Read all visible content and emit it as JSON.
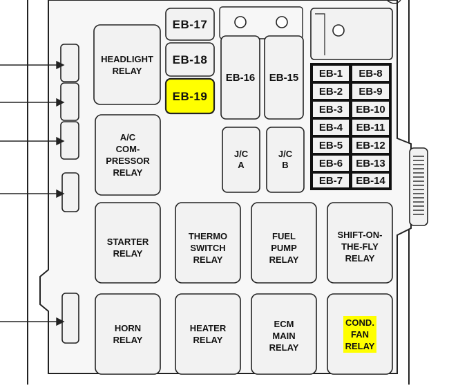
{
  "highlight_color": "#ffff00",
  "fuses": {
    "eb17": "EB-17",
    "eb18": "EB-18",
    "eb19": "EB-19",
    "eb16": "EB-16",
    "eb15": "EB-15",
    "eb1": "EB-1",
    "eb2": "EB-2",
    "eb3": "EB-3",
    "eb4": "EB-4",
    "eb5": "EB-5",
    "eb6": "EB-6",
    "eb7": "EB-7",
    "eb8": "EB-8",
    "eb9": "EB-9",
    "eb10": "EB-10",
    "eb11": "EB-11",
    "eb12": "EB-12",
    "eb13": "EB-13",
    "eb14": "EB-14"
  },
  "junctions": {
    "jca": "J/C\nA",
    "jcb": "J/C\nB"
  },
  "relays": {
    "headlight": "HEADLIGHT\nRELAY",
    "ac_compressor": "A/C\nCOM-\nPRESSOR\nRELAY",
    "starter": "STARTER\nRELAY",
    "thermo_switch": "THERMO\nSWITCH\nRELAY",
    "fuel_pump": "FUEL\nPUMP\nRELAY",
    "shift_on_the_fly": "SHIFT-ON-\nTHE-FLY\nRELAY",
    "horn": "HORN\nRELAY",
    "heater": "HEATER\nRELAY",
    "ecm_main": "ECM\nMAIN\nRELAY",
    "cond_fan": "COND.\nFAN\nRELAY"
  }
}
